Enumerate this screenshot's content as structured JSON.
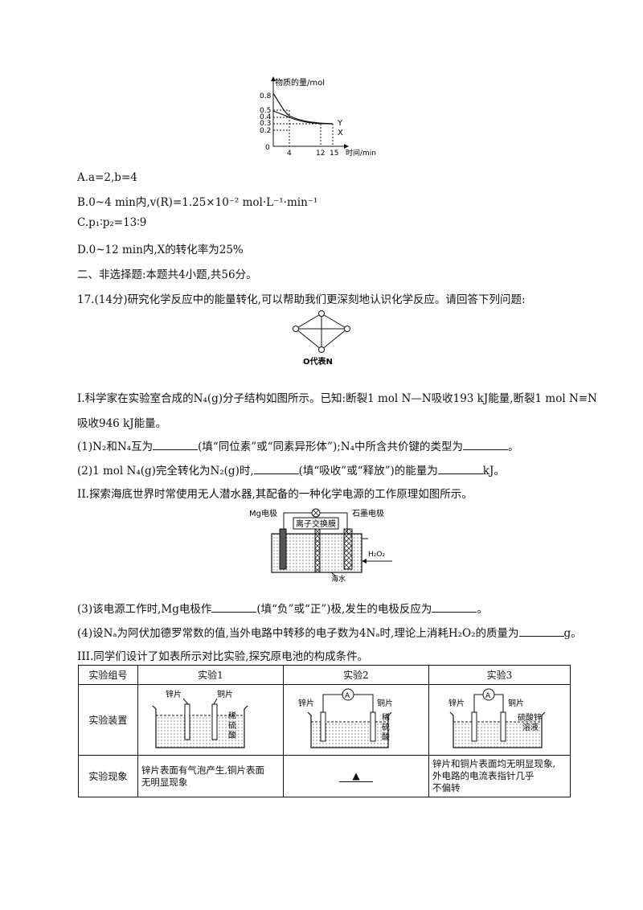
{
  "graph": {
    "ylabel": "物质的量/mol",
    "xlabel": "时间/min",
    "y_ticks": [
      "0.8",
      "0.5",
      "0.4",
      "0.3",
      "0.2"
    ],
    "x_ticks": [
      "4",
      "12",
      "15"
    ],
    "origin": "0",
    "series_labels": [
      "Y",
      "X"
    ]
  },
  "options": [
    {
      "prefix": "A.",
      "text": "a=2,b=4"
    },
    {
      "prefix": "B.",
      "text": "0~4 min内,v(R)=1.25×10⁻² mol·L⁻¹·min⁻¹"
    },
    {
      "prefix": "C.",
      "text": "p₁∶p₂=13∶9"
    },
    {
      "prefix": "D.",
      "text": "0~12 min内,X的转化率为25%"
    }
  ],
  "section2": "二、非选择题:本题共4小题,共56分。",
  "q17_intro": "17.(14分)研究化学反应中的能量转化,可以帮助我们更深刻地认识化学反应。请回答下列问题:",
  "n4_legend": "O代表N",
  "part1_line1": "I.科学家在实验室合成的N₄(g)分子结构如图所示。已知:断裂1 mol N—N吸收193 kJ能量,断裂1 mol N≡N",
  "part1_line2": "吸收946 kJ能量。",
  "q1": {
    "a": "(1)N₂和N₄互为",
    "b": "(填“同位素”或“同素异形体”);N₄中所含共价键的类型为",
    "c": "。"
  },
  "q2": {
    "a": "(2)1 mol N₄(g)完全转化为N₂(g)时,",
    "b": "(填“吸收”或“释放”)的能量为",
    "c": "kJ。"
  },
  "part2": "II.探索海底世界时常使用无人潜水器,其配备的一种化学电源的工作原理如图所示。",
  "cell": {
    "left": "Mg电极",
    "membrane": "离子交换膜",
    "right": "石墨电极",
    "h2o2": "H₂O₂",
    "seawater": "海水"
  },
  "q3": {
    "a": "(3)该电源工作时,Mg电极作",
    "b": "(填“负”或“正”)极,发生的电极反应为",
    "c": "。"
  },
  "q4": {
    "a": "(4)设Nₐ为阿伏加德罗常数的值,当外电路中转移的电子数为4Nₐ时,理论上消耗H₂O₂的质量为",
    "b": "g。"
  },
  "part3": "III.同学们设计了如表所示对比实验,探究原电池的构成条件。",
  "table": {
    "headers": [
      "实验组号",
      "实验1",
      "实验2",
      "实验3"
    ],
    "row_device": "实验装置",
    "row_phenomenon": "实验现象",
    "exp1": {
      "zinc": "锌片",
      "copper": "铜片",
      "solution": [
        "稀",
        "硫",
        "酸"
      ],
      "phenomenon": [
        "锌片表面有气泡产生,铜片表面",
        "无明显现象"
      ]
    },
    "exp2": {
      "zinc": "锌片",
      "copper": "铜片",
      "meter": "A",
      "solution": [
        "稀",
        "硫",
        "酸"
      ],
      "phenomenon": "▲"
    },
    "exp3": {
      "zinc": "锌片",
      "copper": "铜片",
      "meter": "A",
      "solution": [
        "硫酸锌",
        "溶液"
      ],
      "phenomenon": [
        "锌片和铜片表面均无明显现象,",
        "外电路的电流表指针几乎",
        "不偏转"
      ]
    }
  }
}
